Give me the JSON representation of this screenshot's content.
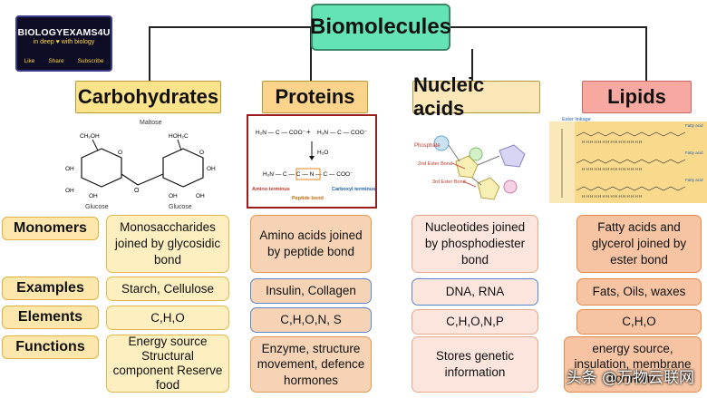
{
  "title": "Biomolecules",
  "logo": {
    "brand": "BIOLOGYEXAMS4U",
    "tagline": "in deep ♥ with biology",
    "links": [
      "Like",
      "Share",
      "Subscribe"
    ]
  },
  "columns": [
    {
      "heading": "Carbohydrates",
      "color": "#fde38a"
    },
    {
      "heading": "Proteins",
      "color": "#fbd38a"
    },
    {
      "heading": "Nucleic acids",
      "color": "#fbe7b8"
    },
    {
      "heading": "Lipids",
      "color": "#f7a8a0"
    }
  ],
  "figures": {
    "maltose": {
      "title": "Maltose",
      "left_label": "Glucose",
      "right_label": "Glucose"
    },
    "peptide": {
      "h2o": "H₂O",
      "amino": "Amino terminus",
      "bond": "Peptide bond",
      "carboxyl": "Carboxyl terminus"
    },
    "nucleic": {
      "phosphate": "Phosphate",
      "ester2": "2nd Ester Bond",
      "ester3": "3rd Ester Bond"
    },
    "lipid": {
      "ester": "Ester linkage",
      "acid1": "Fatty acid",
      "acid2": "Fatty acid",
      "acid3": "Fatty acid"
    }
  },
  "rows": [
    {
      "label": "Monomers",
      "cells": [
        "Monosaccharides joined by glycosidic bond",
        "Amino acids joined by peptide bond",
        "Nucleotides joined by phosphodiester bond",
        "Fatty acids and glycerol joined by ester bond"
      ]
    },
    {
      "label": "Examples",
      "cells": [
        "Starch, Cellulose",
        "Insulin, Collagen",
        "DNA, RNA",
        "Fats, Oils, waxes"
      ]
    },
    {
      "label": "Elements",
      "cells": [
        "C,H,O",
        "C,H,O,N, S",
        "C,H,O,N,P",
        "C,H,O"
      ]
    },
    {
      "label": "Functions",
      "cells": [
        "Energy source Structural component Reserve food",
        "Enzyme, structure movement, defence hormones",
        "Stores genetic information",
        "energy source, insulation, membrane hormone"
      ]
    }
  ],
  "watermark": "头条 @万物云联网"
}
